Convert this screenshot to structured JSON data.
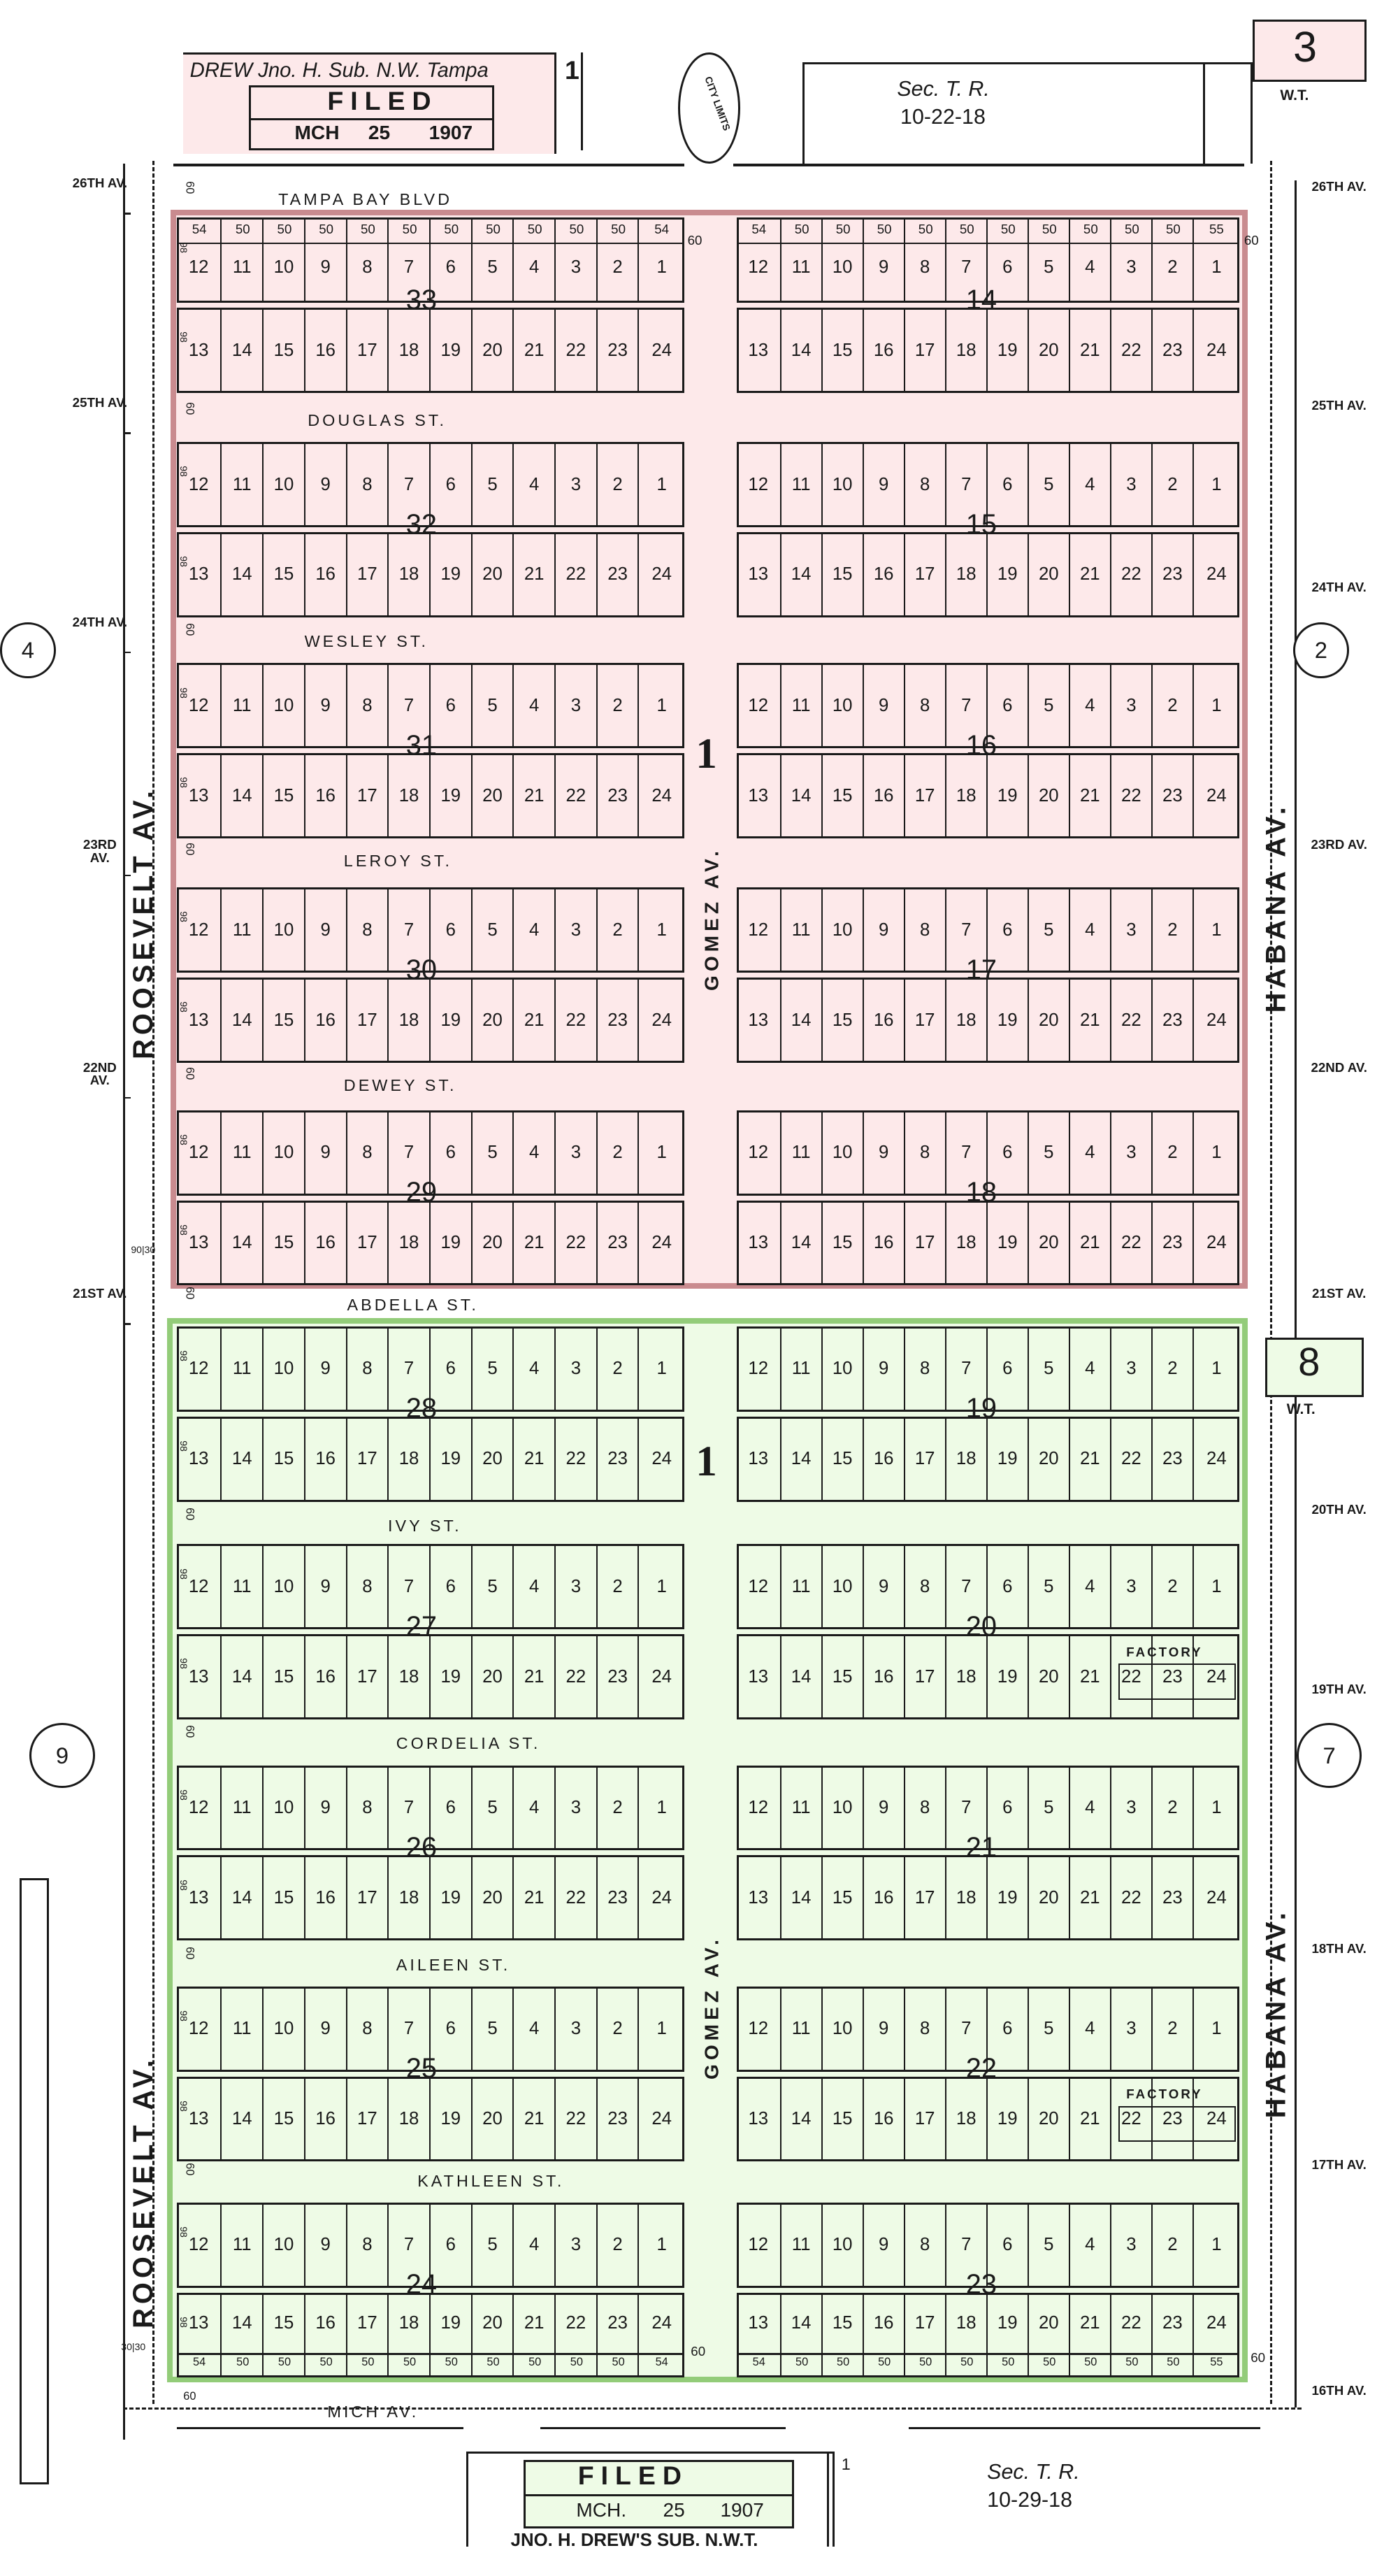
{
  "header": {
    "title": "DREW Jno. H. Sub. N.W. Tampa",
    "sheet_no": "1",
    "filed": "FILED",
    "filed_month": "MCH",
    "filed_day": "25",
    "filed_year": "1907",
    "city_limits": "CITY LIMITS",
    "sec_label": "Sec. T. R.",
    "sec_value": "10-22-18",
    "box_top_right": "3",
    "wt_top": "W.T."
  },
  "footer": {
    "filed": "FILED",
    "filed_month": "MCH.",
    "filed_day": "25",
    "filed_year": "1907",
    "sheet_no": "1",
    "caption": "JNO. H. DREW'S SUB. N.W.T.",
    "sec_label": "Sec. T. R.",
    "sec_value": "10-29-18"
  },
  "colors": {
    "pink_fill": "#fde9ea",
    "pink_border": "#c98b8f",
    "green_fill": "#eefbe6",
    "green_border": "#93cc79",
    "ink": "#1a1a1a"
  },
  "streets": [
    "TAMPA BAY BLVD",
    "DOUGLAS ST.",
    "WESLEY ST.",
    "LEROY ST.",
    "DEWEY ST.",
    "ABDELLA ST.",
    "IVY ST.",
    "CORDELIA ST.",
    "AILEEN ST.",
    "KATHLEEN ST.",
    "MICH AV."
  ],
  "avenues_left": [
    "26TH AV.",
    "25TH AV.",
    "24TH AV.",
    "23RD AV.",
    "22ND AV.",
    "21ST AV."
  ],
  "avenues_right": [
    "26TH AV.",
    "25TH AV.",
    "24TH AV.",
    "23RD AV.",
    "22ND AV.",
    "21ST AV.",
    "20TH AV.",
    "19TH AV.",
    "18TH AV.",
    "17TH AV.",
    "16TH AV."
  ],
  "vertical_streets": {
    "west": "ROOSEVELT AV.",
    "center": "GOMEZ AV.",
    "east": "HABANA AV."
  },
  "section_number": "1",
  "adjacent_sheets": {
    "west_north": "4",
    "east_north": "2",
    "west_south": "9",
    "east_south": "7",
    "box_mid_right": "8",
    "wt_mid": "W.T."
  },
  "blocks": {
    "left": [
      "33",
      "32",
      "31",
      "30",
      "29",
      "28",
      "27",
      "26",
      "25",
      "24"
    ],
    "right": [
      "14",
      "15",
      "16",
      "17",
      "18",
      "19",
      "20",
      "21",
      "22",
      "23"
    ]
  },
  "lots": {
    "upper": [
      "12",
      "11",
      "10",
      "9",
      "8",
      "7",
      "6",
      "5",
      "4",
      "3",
      "2",
      "1"
    ],
    "lower": [
      "13",
      "14",
      "15",
      "16",
      "17",
      "18",
      "19",
      "20",
      "21",
      "22",
      "23",
      "24"
    ]
  },
  "frontage": {
    "left": [
      "54",
      "50",
      "50",
      "50",
      "50",
      "50",
      "50",
      "50",
      "50",
      "50",
      "50",
      "54"
    ],
    "right": [
      "54",
      "50",
      "50",
      "50",
      "50",
      "50",
      "50",
      "50",
      "50",
      "50",
      "50",
      "55"
    ]
  },
  "factory": {
    "label": "FACTORY",
    "blocks": [
      "20",
      "22"
    ]
  },
  "dims": {
    "street_width": "60",
    "lot_depth": "98",
    "center_width": "60",
    "corner_top": "90|30",
    "corner_bottom": "30|30"
  }
}
